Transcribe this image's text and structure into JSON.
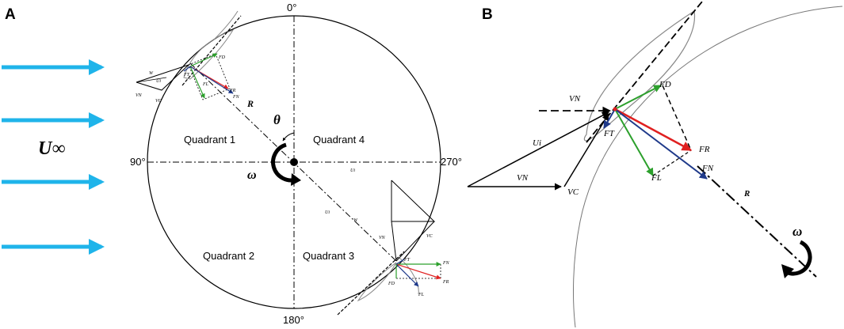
{
  "panels": {
    "a_letter": "A",
    "b_letter": "B"
  },
  "panel_a": {
    "freestream": "U∞",
    "angles": {
      "top": "0°",
      "left": "90°",
      "right": "270°",
      "bottom": "180°"
    },
    "quadrants": {
      "q1": "Quadrant 1",
      "q2": "Quadrant 2",
      "q3": "Quadrant 3",
      "q4": "Quadrant 4"
    },
    "theta": "θ",
    "omega": "ω",
    "radius": "R",
    "upper_blade": {
      "w": "W",
      "ui": "Ui",
      "vn": "VN",
      "vc": "VC",
      "fd": "FD",
      "ft": "FT",
      "fl": "FL",
      "fr": "FR",
      "fn": "FN"
    },
    "lower_blade": {
      "ui_a": "Ui",
      "ui_b": "Ui",
      "w": "W",
      "vn": "VN",
      "vc": "VC",
      "ft": "FT",
      "fn": "FN",
      "fd": "FD",
      "fr": "FR",
      "fl": "FL"
    }
  },
  "panel_b": {
    "vn_top": "VN",
    "ui": "Ui",
    "ft": "FT",
    "vn_bottom": "VN",
    "vc": "VC",
    "fd": "FD",
    "fr": "FR",
    "fn": "FN",
    "fl": "FL",
    "radius": "R",
    "omega": "ω"
  },
  "colors": {
    "freestream_arrow": "#1fb4ea",
    "lift_force": "#2ca02c",
    "resultant_force": "#e02020",
    "normal_force": "#1f3a8a",
    "tangential_force": "#1f3a8a"
  }
}
